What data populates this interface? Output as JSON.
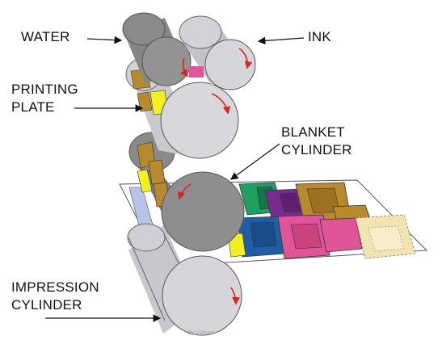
{
  "labels": {
    "water": "WATER",
    "ink": "INK",
    "printing_plate_line1": "PRINTING",
    "printing_plate_line2": "PLATE",
    "blanket_cylinder_line1": "BLANKET",
    "blanket_cylinder_line2": "CYLINDER",
    "impression_cylinder_line1": "IMPRESSION",
    "impression_cylinder_line2": "CYLINDER"
  },
  "credit": "By V.Ryan",
  "colors": {
    "water_roller": "#8c8c8c",
    "ink_roller": "#d3d3d7",
    "plate_cylinder": "#d6d6da",
    "blanket_cylinder": "#8e8e8e",
    "impression_cylinder": "#d2d2d6",
    "rotation_arrow": "#e02020",
    "print_green": "#20a060",
    "print_purple": "#7a2c8e",
    "print_brown": "#b88a2c",
    "print_blue": "#1e5fa8",
    "print_pink": "#e0559a",
    "print_cream": "#f2e4b0",
    "plate_yellow": "#f3f020"
  }
}
